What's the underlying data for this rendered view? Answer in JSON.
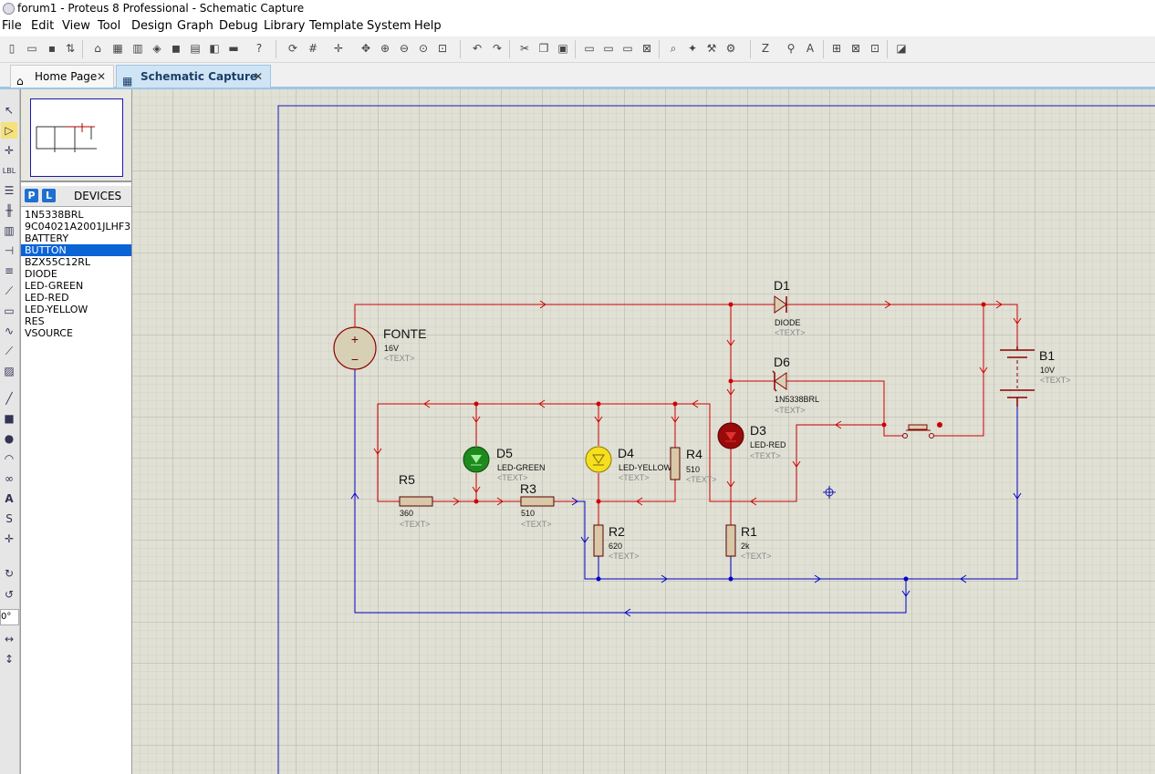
{
  "window": {
    "title": "forum1 - Proteus 8 Professional - Schematic Capture"
  },
  "menu": [
    "File",
    "Edit",
    "View",
    "Tool",
    "Design",
    "Graph",
    "Debug",
    "Library",
    "Template",
    "System",
    "Help"
  ],
  "tabs": [
    {
      "label": "Home Page",
      "close": "✕"
    },
    {
      "label": "Schematic Capture",
      "close": "✕"
    }
  ],
  "rotation": "0°",
  "devices": {
    "p_label": "P",
    "l_label": "L",
    "header": "DEVICES",
    "items": [
      "1N5338BRL",
      "9C04021A2001JLHF3",
      "BATTERY",
      "BUTTON",
      "BZX55C12RL",
      "DIODE",
      "LED-GREEN",
      "LED-RED",
      "LED-YELLOW",
      "RES",
      "VSOURCE"
    ],
    "selected": "BUTTON"
  },
  "schematic": {
    "text_placeholder": "<TEXT>",
    "components": [
      {
        "ref": "FONTE",
        "value": "16V"
      },
      {
        "ref": "D1",
        "value": "DIODE"
      },
      {
        "ref": "D6",
        "value": "1N5338BRL"
      },
      {
        "ref": "B1",
        "value": "10V"
      },
      {
        "ref": "D3",
        "value": "LED-RED"
      },
      {
        "ref": "D5",
        "value": "LED-GREEN"
      },
      {
        "ref": "D4",
        "value": "LED-YELLOW"
      },
      {
        "ref": "R4",
        "value": "510"
      },
      {
        "ref": "R5",
        "value": "360"
      },
      {
        "ref": "R3",
        "value": "510"
      },
      {
        "ref": "R2",
        "value": "620"
      },
      {
        "ref": "R1",
        "value": "2k"
      }
    ]
  },
  "colors": {
    "wire_active": "#d00000",
    "wire_ground": "#0000c8",
    "grid_bg": "#e0e0d5",
    "led_green": "#2a9a2a",
    "led_red": "#9a0a0a",
    "led_yellow": "#f5df20",
    "selection": "#0a64d6"
  }
}
